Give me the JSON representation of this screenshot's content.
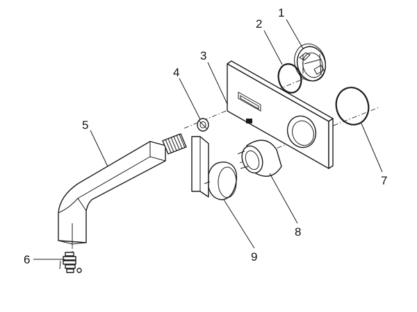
{
  "callouts": [
    {
      "id": "1",
      "text": "1"
    },
    {
      "id": "2",
      "text": "2"
    },
    {
      "id": "3",
      "text": "3"
    },
    {
      "id": "4",
      "text": "4"
    },
    {
      "id": "5",
      "text": "5"
    },
    {
      "id": "6",
      "text": "6"
    },
    {
      "id": "7",
      "text": "7"
    },
    {
      "id": "8",
      "text": "8"
    },
    {
      "id": "9",
      "text": "9"
    }
  ],
  "colors": {
    "line": "#1a1a1a",
    "background": "#ffffff"
  }
}
